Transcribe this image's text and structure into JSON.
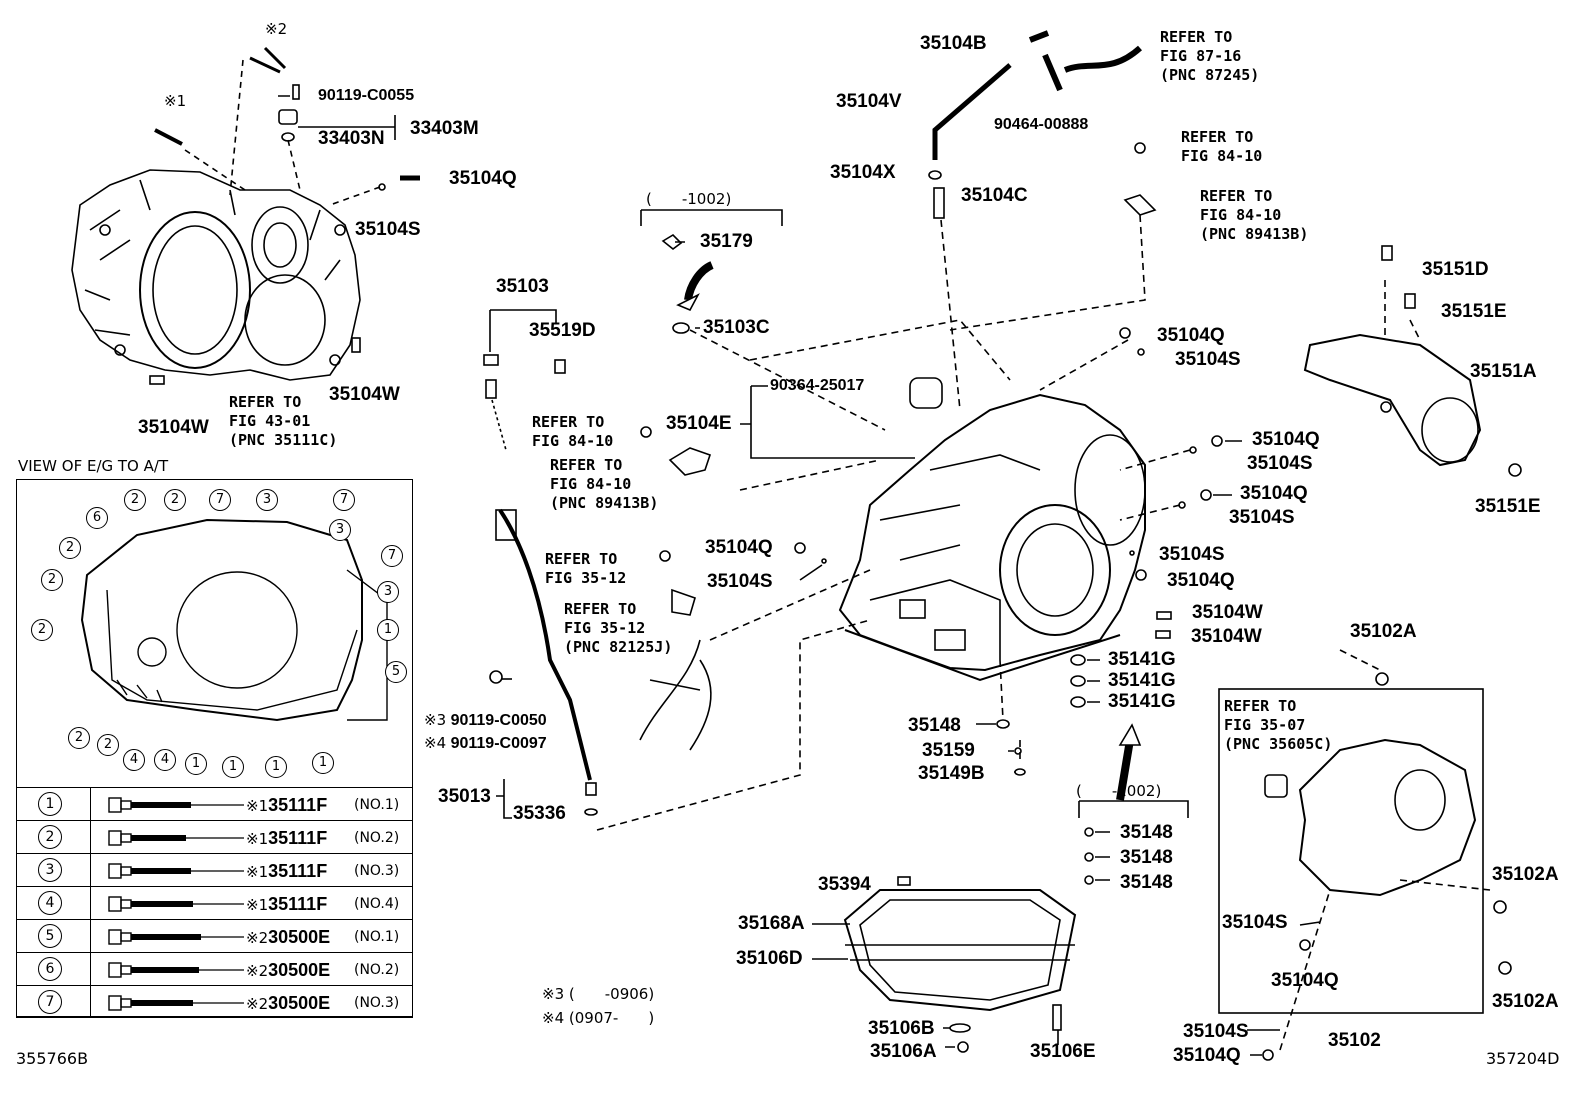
{
  "diagram_id_left": "355766B",
  "diagram_id_right": "357204D",
  "view_title": "VIEW OF E/G TO A/T",
  "parts": {
    "p35104B": "35104B",
    "p35104V": "35104V",
    "p90464": "90464-00888",
    "p35104X": "35104X",
    "p35104C": "35104C",
    "p35179": "35179",
    "p35103C": "35103C",
    "p35103": "35103",
    "p35519D": "35519D",
    "p90364": "90364-25017",
    "p35104E": "35104E",
    "p33403N": "33403N",
    "p33403M": "33403M",
    "p90119_55": "90119-C0055",
    "p35104Q_a": "35104Q",
    "p35104S_a": "35104S",
    "p35104W_a": "35104W",
    "p35104W_b": "35104W",
    "p35151D": "35151D",
    "p35151E_a": "35151E",
    "p35151A": "35151A",
    "p35151E_b": "35151E",
    "p35104Q_b": "35104Q",
    "p35104S_b": "35104S",
    "p35104Q_c": "35104Q",
    "p35104S_c": "35104S",
    "p35104Q_d": "35104Q",
    "p35104S_d": "35104S",
    "p35104Q_e": "35104Q",
    "p35104S_e": "35104S",
    "p35104S_f": "35104S",
    "p35104Q_f": "35104Q",
    "p35104W_c": "35104W",
    "p35104W_d": "35104W",
    "p35141G_a": "35141G",
    "p35141G_b": "35141G",
    "p35141G_c": "35141G",
    "p35148_a": "35148",
    "p35159": "35159",
    "p35149B": "35149B",
    "p35148_b": "35148",
    "p35148_c": "35148",
    "p35148_d": "35148",
    "p35102A_a": "35102A",
    "p35102A_b": "35102A",
    "p35102A_c": "35102A",
    "p35104S_g": "35104S",
    "p35104Q_g": "35104Q",
    "p35102": "35102",
    "p35104S_h": "35104S",
    "p35104Q_h": "35104Q",
    "p35394": "35394",
    "p35168A": "35168A",
    "p35106D": "35106D",
    "p35106B": "35106B",
    "p35106A": "35106A",
    "p35106E": "35106E",
    "p35013": "35013",
    "p35336": "35336",
    "p90119_50": "90119-C0050",
    "p90119_97": "90119-C0097"
  },
  "marks": {
    "m1": "※1",
    "m2": "※2",
    "m3": "※3",
    "m4": "※4"
  },
  "refs": {
    "r87_16": "REFER TO\nFIG 87-16\n(PNC 87245)",
    "r84_10a": "REFER TO\nFIG 84-10",
    "r84_10b": "REFER TO\nFIG 84-10\n(PNC 89413B)",
    "r43_01": "REFER TO\nFIG 43-01\n(PNC 35111C)",
    "r84_10c": "REFER TO\nFIG 84-10",
    "r84_10d": "REFER TO\nFIG 84-10\n(PNC 89413B)",
    "r35_12a": "REFER TO\nFIG 35-12",
    "r35_12b": "REFER TO\nFIG 35-12\n(PNC 82125J)",
    "r35_07": "REFER TO\nFIG 35-07\n(PNC 35605C)"
  },
  "date_notes": {
    "upper": "(　　-1002)",
    "lower": "(　　-1002)",
    "n3": "※3 (　　-0906)",
    "n4": "※4 (0907-　　)"
  },
  "legend": [
    {
      "num": "1",
      "mark": "※1",
      "part": "35111F",
      "no": "(NO.1)"
    },
    {
      "num": "2",
      "mark": "※1",
      "part": "35111F",
      "no": "(NO.2)"
    },
    {
      "num": "3",
      "mark": "※1",
      "part": "35111F",
      "no": "(NO.3)"
    },
    {
      "num": "4",
      "mark": "※1",
      "part": "35111F",
      "no": "(NO.4)"
    },
    {
      "num": "5",
      "mark": "※2",
      "part": "30500E",
      "no": "(NO.1)"
    },
    {
      "num": "6",
      "mark": "※2",
      "part": "30500E",
      "no": "(NO.2)"
    },
    {
      "num": "7",
      "mark": "※2",
      "part": "30500E",
      "no": "(NO.3)"
    }
  ],
  "view_callouts": [
    "2",
    "2",
    "7",
    "3",
    "7",
    "6",
    "2",
    "3",
    "7",
    "2",
    "3",
    "2",
    "1",
    "5",
    "2",
    "4",
    "2",
    "4",
    "1",
    "1",
    "1",
    "1"
  ]
}
